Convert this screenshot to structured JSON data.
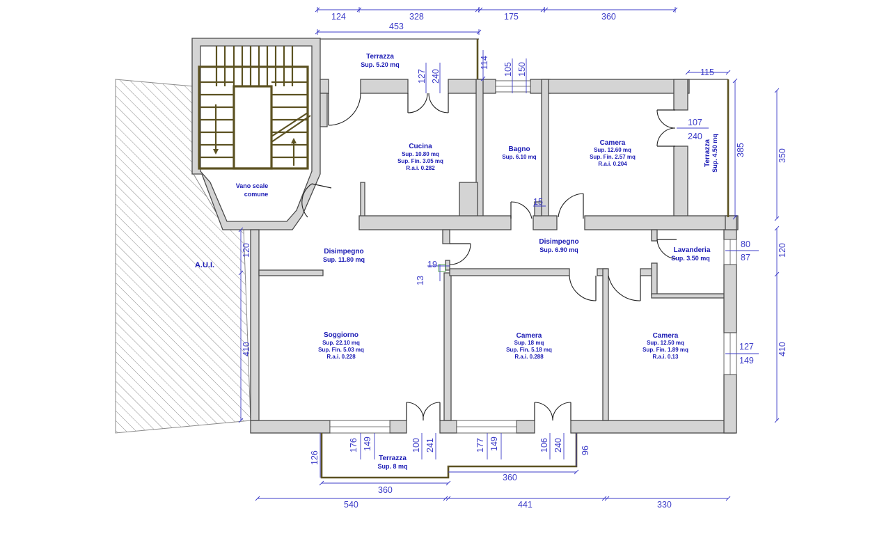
{
  "rooms": {
    "terrazza_top": {
      "name": "Terrazza",
      "sup": "Sup. 5.20 mq"
    },
    "cucina": {
      "name": "Cucina",
      "sup": "Sup. 10.80 mq",
      "fin": "Sup. Fin. 3.05 mq",
      "rai": "R.a.i. 0.282"
    },
    "bagno": {
      "name": "Bagno",
      "sup": "Sup. 6.10 mq"
    },
    "camera_ne": {
      "name": "Camera",
      "sup": "Sup. 12.60 mq",
      "fin": "Sup. Fin. 2.57 mq",
      "rai": "R.a.i. 0.204"
    },
    "terrazza_right": {
      "name": "Terrazza",
      "sup": "Sup. 4.50 mq"
    },
    "vano_scale": {
      "line1": "Vano scale",
      "line2": "comune"
    },
    "aui": {
      "name": "A.U.I."
    },
    "disimpegno_w": {
      "name": "Disimpegno",
      "sup": "Sup. 11.80 mq"
    },
    "disimpegno_e": {
      "name": "Disimpegno",
      "sup": "Sup. 6.90 mq"
    },
    "lavanderia": {
      "name": "Lavanderia",
      "sup": "Sup. 3.50 mq"
    },
    "soggiorno": {
      "name": "Soggiorno",
      "sup": "Sup. 22.10 mq",
      "fin": "Sup. Fin. 5.03 mq",
      "rai": "R.a.i. 0.228"
    },
    "camera_sc": {
      "name": "Camera",
      "sup": "Sup. 18 mq",
      "fin": "Sup. Fin. 5.18 mq",
      "rai": "R.a.i. 0.288"
    },
    "camera_se": {
      "name": "Camera",
      "sup": "Sup. 12.50 mq",
      "fin": "Sup. Fin. 1.89 mq",
      "rai": "R.a.i. 0.13"
    },
    "terrazza_bottom": {
      "name": "Terrazza",
      "sup": "Sup. 8 mq"
    }
  },
  "dimensions": {
    "top": [
      "124",
      "328",
      "175",
      "360"
    ],
    "top_terrace": "453",
    "terrace_114": "114",
    "cucina_window": [
      "127",
      "240"
    ],
    "bagno_window": [
      "105",
      "150"
    ],
    "right_terrace_width": "115",
    "camera_window": [
      "107",
      "240"
    ],
    "right_385": "385",
    "right_350": "350",
    "right_120": "120",
    "right_410": "410",
    "lavanderia_window": [
      "80",
      "87"
    ],
    "camera_se_window": [
      "127",
      "149"
    ],
    "left_120": "120",
    "left_410": "410",
    "small_15": "15",
    "small_19": "19",
    "small_13": "13",
    "bottom_windows_w": [
      "176",
      "149",
      "100",
      "241"
    ],
    "bottom_windows_c": [
      "177",
      "149",
      "106",
      "240"
    ],
    "bottom_126": "126",
    "bottom_96": "96",
    "bottom_terrace": [
      "360",
      "360"
    ],
    "bottom": [
      "540",
      "441",
      "330"
    ]
  }
}
